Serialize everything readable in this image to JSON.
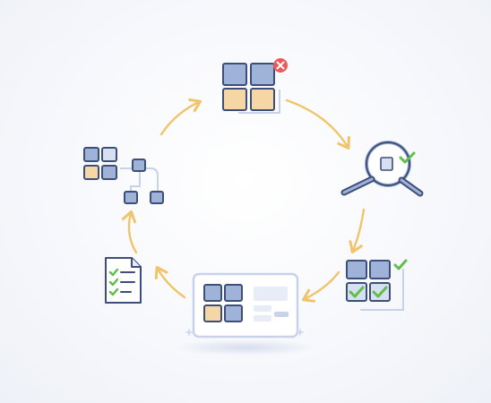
{
  "diagram": {
    "type": "cycle",
    "steps": [
      {
        "icon": "grid-error-icon",
        "status": "error"
      },
      {
        "icon": "magnifier-check-icon",
        "status": "inspect"
      },
      {
        "icon": "grid-checklist-icon",
        "status": "verified"
      },
      {
        "icon": "dashboard-panel-icon",
        "status": "display"
      },
      {
        "icon": "document-checklist-icon",
        "status": "report"
      },
      {
        "icon": "hierarchy-tree-icon",
        "status": "structure"
      }
    ],
    "colors": {
      "arrow": "#f0c46a",
      "outline": "#3d4e78",
      "tile_blue": "#9fb2d8",
      "tile_orange": "#f7d6a6",
      "tile_light": "#d7e0f0",
      "check": "#5fbf4a",
      "error": "#ea5a5a",
      "panel_outline": "#c8d2ea"
    }
  }
}
